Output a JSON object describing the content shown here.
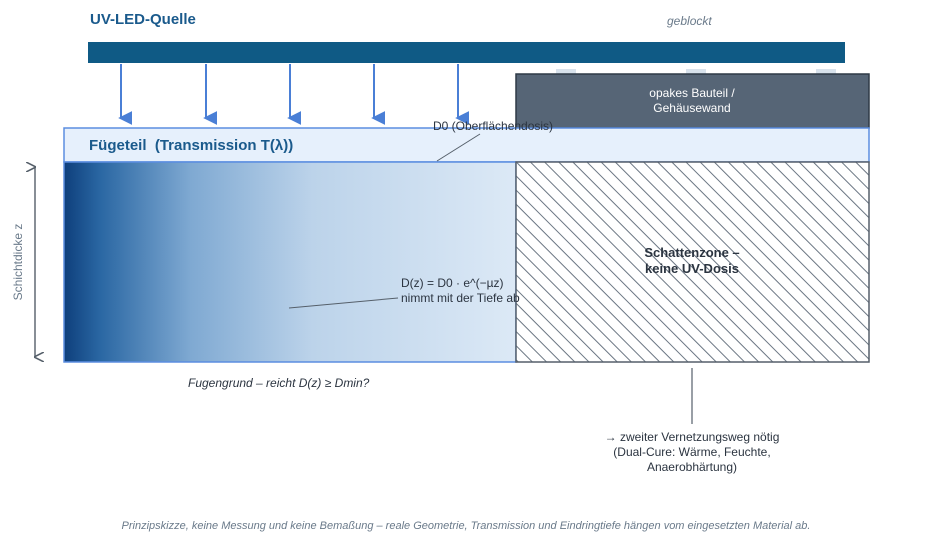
{
  "source": {
    "title": "UV-LED-Quelle"
  },
  "blocked_label": "geblockt",
  "joining_part": {
    "label": "Fügeteil  (Transmission T(λ))"
  },
  "opaque_part": {
    "line1": "opakes Bauteil /",
    "line2": "Gehäusewand"
  },
  "surface_dose_label": "D0 (Oberflächendosis)",
  "layer_axis_label": "Schichtdicke z",
  "dose_formula": {
    "line1": "D(z) = D0 · e^(−µz)",
    "line2": "nimmt mit der Tiefe ab"
  },
  "shadow_zone": {
    "line1": "Schattenzone –",
    "line2": "keine UV-Dosis"
  },
  "joint_base_question": "Fugengrund – reicht D(z) ≥ Dmin?",
  "second_path": {
    "line1": "→ zweiter Vernetzungsweg nötig",
    "line2": "(Dual-Cure: Wärme, Feuchte,",
    "line3": "Anaerobhärtung)"
  },
  "footnote": "Prinzipskizze, keine Messung und keine Bemaßung – reale Geometrie, Transmission und Eindringtiefe hängen vom eingesetzten Material ab.",
  "colors": {
    "source_bar": "#0f5a85",
    "arrow": "#4a7fd6",
    "opaque_fill": "#566576",
    "joining_fill": "#e6f0fc",
    "joining_border": "#5b8de0",
    "gradient_dark": "#0e3f7c",
    "gradient_light": "#dce9f6",
    "hatch": "#6b7683",
    "title": "#1a5a8c",
    "muted": "#6a7a8a"
  }
}
